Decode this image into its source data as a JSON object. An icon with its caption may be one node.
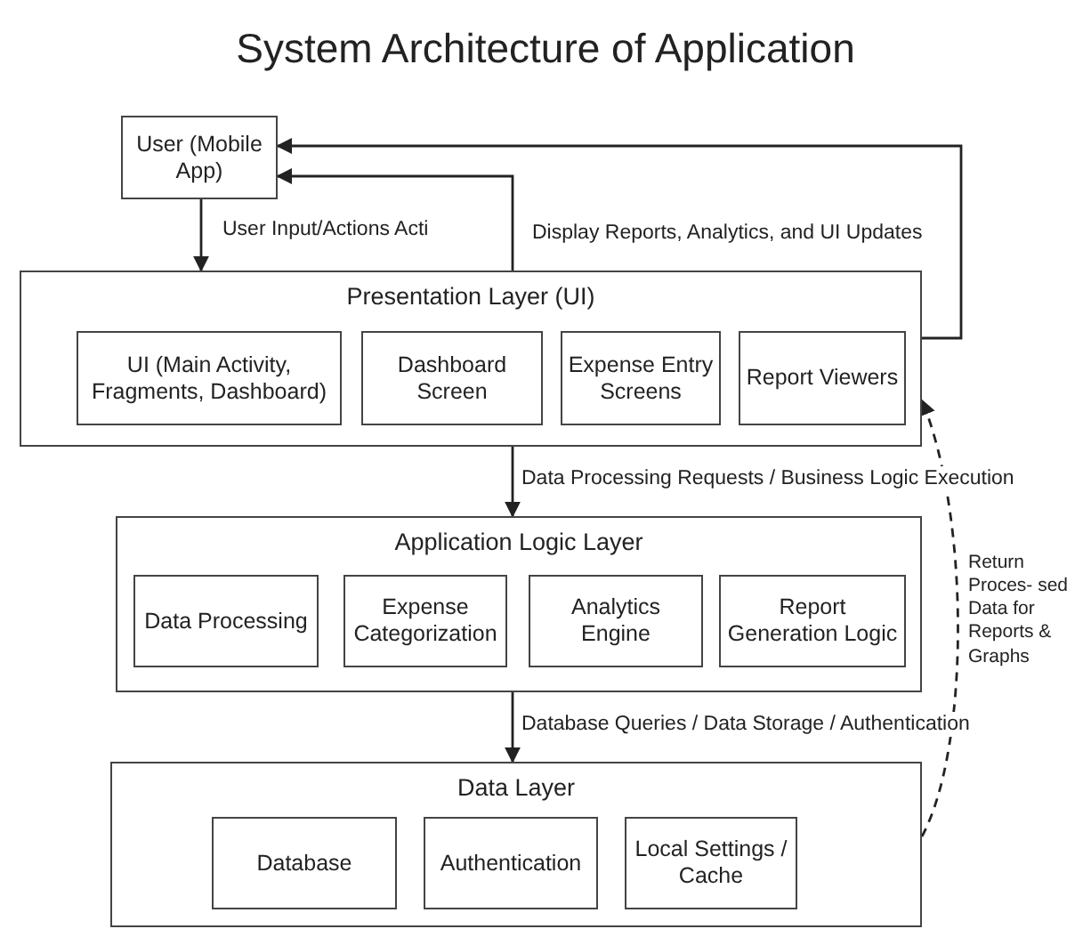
{
  "diagram": {
    "title": "System Architecture of Application",
    "nodes": [
      {
        "text": [
          "User (Mobile App)"
        ]
      },
      {
        "text": [
          "Presentation Layer (UI)"
        ]
      },
      {
        "text": [
          "UI (Main Activity, Fragments, Dashboard)"
        ],
        "in": 1
      },
      {
        "text": [
          "Dashboard Screen"
        ],
        "in": 1
      },
      {
        "text": [
          "Expense Entry Screens"
        ],
        "in": 1
      },
      {
        "text": [
          "Report Viewers"
        ],
        "in": 1
      },
      {
        "text": [
          "Application Logic Layer"
        ]
      },
      {
        "text": [
          "Data Processing"
        ],
        "in": 6
      },
      {
        "text": [
          "Expense Categorization"
        ],
        "in": 6
      },
      {
        "text": [
          "Analytics Engine"
        ],
        "in": 6
      },
      {
        "text": [
          "Report Generation Logic"
        ],
        "in": 6
      },
      {
        "text": [
          "Data Layer"
        ]
      },
      {
        "text": [
          "Database"
        ],
        "in": 11
      },
      {
        "text": [
          "Authentication"
        ],
        "in": 11
      },
      {
        "text": [
          "Local Settings / Cache"
        ],
        "in": 11
      }
    ],
    "edges": [
      {
        "from": 0,
        "to": 1,
        "arrow": "to",
        "label": "User Input/Actions  Acti"
      },
      {
        "from": 1,
        "to": 0,
        "arrow": "to",
        "label": "Display Reports, Analytics, and UI Updates"
      },
      {
        "from": 1,
        "to": 0,
        "arrow": "to"
      },
      {
        "from": 1,
        "to": 6,
        "arrow": "to",
        "label": "Data Processing Requests / Business Logic Execution"
      },
      {
        "from": 6,
        "to": 11,
        "arrow": "to",
        "label": "Database Queries / Data Storage / Authentication"
      },
      {
        "from": 11,
        "to": 1,
        "arrow": "to",
        "style": "dashed",
        "label": "Return Proces- sed Data for Reports & Graphs"
      }
    ]
  }
}
